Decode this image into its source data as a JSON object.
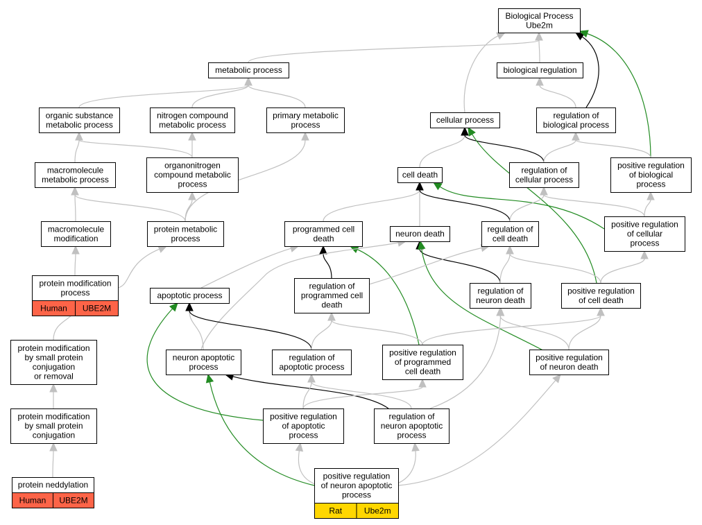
{
  "colors": {
    "gray": "#c0c0c0",
    "black": "#000000",
    "green": "#228b22",
    "human": "#fd6448",
    "rat": "#ffd700"
  },
  "nodes": {
    "bp": {
      "label": [
        "Biological Process",
        "Ube2m"
      ]
    },
    "metabolic": {
      "label": [
        "metabolic process"
      ]
    },
    "bioreg": {
      "label": [
        "biological regulation"
      ]
    },
    "organic": {
      "label": [
        "organic substance",
        "metabolic process"
      ]
    },
    "nitrogen": {
      "label": [
        "nitrogen compound",
        "metabolic process"
      ]
    },
    "primary": {
      "label": [
        "primary metabolic",
        "process"
      ]
    },
    "cellular": {
      "label": [
        "cellular process"
      ]
    },
    "regbio": {
      "label": [
        "regulation of",
        "biological process"
      ]
    },
    "macromet": {
      "label": [
        "macromolecule",
        "metabolic process"
      ]
    },
    "organonit": {
      "label": [
        "organonitrogen",
        "compound metabolic",
        "process"
      ]
    },
    "celldeath": {
      "label": [
        "cell death"
      ]
    },
    "regcell": {
      "label": [
        "regulation of",
        "cellular process"
      ]
    },
    "posregbio": {
      "label": [
        "positive regulation",
        "of biological",
        "process"
      ]
    },
    "macromod": {
      "label": [
        "macromolecule",
        "modification"
      ]
    },
    "protmet": {
      "label": [
        "protein metabolic",
        "process"
      ]
    },
    "pcd": {
      "label": [
        "programmed cell",
        "death"
      ]
    },
    "neurondeath": {
      "label": [
        "neuron death"
      ]
    },
    "regcelldeath": {
      "label": [
        "regulation of",
        "cell death"
      ]
    },
    "posregcell": {
      "label": [
        "positive regulation",
        "of cellular",
        "process"
      ]
    },
    "protmod": {
      "label": [
        "protein modification",
        "process"
      ],
      "cells": [
        {
          "text": "Human",
          "color": "#fd6448"
        },
        {
          "text": "UBE2M",
          "color": "#fd6448"
        }
      ]
    },
    "apoptotic": {
      "label": [
        "apoptotic process"
      ]
    },
    "regpcd": {
      "label": [
        "regulation of",
        "programmed cell",
        "death"
      ]
    },
    "regneurondeath": {
      "label": [
        "regulation of",
        "neuron death"
      ]
    },
    "posregcelldeath": {
      "label": [
        "positive regulation",
        "of cell death"
      ]
    },
    "protmodsmall": {
      "label": [
        "protein modification",
        "by small protein",
        "conjugation",
        "or removal"
      ]
    },
    "neuronapop": {
      "label": [
        "neuron apoptotic",
        "process"
      ]
    },
    "regapop": {
      "label": [
        "regulation of",
        "apoptotic process"
      ]
    },
    "posregpcd": {
      "label": [
        "positive regulation",
        "of programmed",
        "cell death"
      ]
    },
    "posregneurondeath": {
      "label": [
        "positive regulation",
        "of neuron death"
      ]
    },
    "protmodsmallconj": {
      "label": [
        "protein modification",
        "by small protein",
        "conjugation"
      ]
    },
    "posregapop": {
      "label": [
        "positive regulation",
        "of apoptotic",
        "process"
      ]
    },
    "regneuronapop": {
      "label": [
        "regulation of",
        "neuron apoptotic",
        "process"
      ]
    },
    "neddylation": {
      "label": [
        "protein neddylation"
      ],
      "cells": [
        {
          "text": "Human",
          "color": "#fd6448"
        },
        {
          "text": "UBE2M",
          "color": "#fd6448"
        }
      ]
    },
    "posregneuronapop": {
      "label": [
        "positive regulation",
        "of neuron apoptotic",
        "process"
      ],
      "cells": [
        {
          "text": "Rat",
          "color": "#ffd700"
        },
        {
          "text": "Ube2m",
          "color": "#ffd700"
        }
      ]
    }
  },
  "edges": [
    {
      "from": "metabolic",
      "to": "bp",
      "color": "gray"
    },
    {
      "from": "bioreg",
      "to": "bp",
      "color": "gray"
    },
    {
      "from": "cellular",
      "to": "bp",
      "color": "gray"
    },
    {
      "from": "regbio",
      "to": "bp",
      "color": "black"
    },
    {
      "from": "posregbio",
      "to": "bp",
      "color": "green"
    },
    {
      "from": "organic",
      "to": "metabolic",
      "color": "gray"
    },
    {
      "from": "nitrogen",
      "to": "metabolic",
      "color": "gray"
    },
    {
      "from": "primary",
      "to": "metabolic",
      "color": "gray"
    },
    {
      "from": "regbio",
      "to": "bioreg",
      "color": "gray"
    },
    {
      "from": "macromet",
      "to": "organic",
      "color": "gray"
    },
    {
      "from": "organonit",
      "to": "organic",
      "color": "gray"
    },
    {
      "from": "organonit",
      "to": "nitrogen",
      "color": "gray"
    },
    {
      "from": "protmet",
      "to": "primary",
      "color": "gray"
    },
    {
      "from": "celldeath",
      "to": "cellular",
      "color": "gray"
    },
    {
      "from": "regcell",
      "to": "cellular",
      "color": "black"
    },
    {
      "from": "posregcelldeath",
      "to": "cellular",
      "color": "green"
    },
    {
      "from": "regcell",
      "to": "regbio",
      "color": "gray"
    },
    {
      "from": "posregbio",
      "to": "regbio",
      "color": "gray"
    },
    {
      "from": "macromod",
      "to": "macromet",
      "color": "gray"
    },
    {
      "from": "protmet",
      "to": "macromet",
      "color": "gray"
    },
    {
      "from": "protmet",
      "to": "organonit",
      "color": "gray"
    },
    {
      "from": "pcd",
      "to": "celldeath",
      "color": "gray"
    },
    {
      "from": "neurondeath",
      "to": "celldeath",
      "color": "gray"
    },
    {
      "from": "regcelldeath",
      "to": "celldeath",
      "color": "black"
    },
    {
      "from": "posregcell",
      "to": "celldeath",
      "color": "green"
    },
    {
      "from": "regcelldeath",
      "to": "regcell",
      "color": "gray"
    },
    {
      "from": "posregcell",
      "to": "regcell",
      "color": "gray"
    },
    {
      "from": "posregcell",
      "to": "posregbio",
      "color": "gray"
    },
    {
      "from": "protmod",
      "to": "macromod",
      "color": "gray"
    },
    {
      "from": "protmod",
      "to": "protmet",
      "color": "gray"
    },
    {
      "from": "apoptotic",
      "to": "pcd",
      "color": "gray"
    },
    {
      "from": "regpcd",
      "to": "pcd",
      "color": "black"
    },
    {
      "from": "posregpcd",
      "to": "pcd",
      "color": "green"
    },
    {
      "from": "neuronapop",
      "to": "neurondeath",
      "color": "gray"
    },
    {
      "from": "regneurondeath",
      "to": "neurondeath",
      "color": "black"
    },
    {
      "from": "posregneurondeath",
      "to": "neurondeath",
      "color": "green"
    },
    {
      "from": "regpcd",
      "to": "regcelldeath",
      "color": "gray"
    },
    {
      "from": "regneurondeath",
      "to": "regcelldeath",
      "color": "gray"
    },
    {
      "from": "posregcelldeath",
      "to": "regcelldeath",
      "color": "gray"
    },
    {
      "from": "posregcelldeath",
      "to": "posregcell",
      "color": "gray"
    },
    {
      "from": "neuronapop",
      "to": "apoptotic",
      "color": "gray"
    },
    {
      "from": "regapop",
      "to": "apoptotic",
      "color": "black"
    },
    {
      "from": "posregapop",
      "to": "apoptotic",
      "color": "green"
    },
    {
      "from": "regapop",
      "to": "regpcd",
      "color": "gray"
    },
    {
      "from": "posregpcd",
      "to": "regpcd",
      "color": "gray"
    },
    {
      "from": "regneuronapop",
      "to": "regneurondeath",
      "color": "gray"
    },
    {
      "from": "posregneurondeath",
      "to": "regneurondeath",
      "color": "gray"
    },
    {
      "from": "posregpcd",
      "to": "posregcelldeath",
      "color": "gray"
    },
    {
      "from": "posregneurondeath",
      "to": "posregcelldeath",
      "color": "gray"
    },
    {
      "from": "protmodsmall",
      "to": "protmod",
      "color": "gray"
    },
    {
      "from": "regneuronapop",
      "to": "neuronapop",
      "color": "black"
    },
    {
      "from": "posregneuronapop",
      "to": "neuronapop",
      "color": "green"
    },
    {
      "from": "posregapop",
      "to": "regapop",
      "color": "gray"
    },
    {
      "from": "regneuronapop",
      "to": "regapop",
      "color": "gray"
    },
    {
      "from": "posregapop",
      "to": "posregpcd",
      "color": "gray"
    },
    {
      "from": "protmodsmallconj",
      "to": "protmodsmall",
      "color": "gray"
    },
    {
      "from": "posregneuronapop",
      "to": "posregapop",
      "color": "gray"
    },
    {
      "from": "posregneuronapop",
      "to": "regneuronapop",
      "color": "gray"
    },
    {
      "from": "posregneuronapop",
      "to": "posregneurondeath",
      "color": "gray"
    },
    {
      "from": "neddylation",
      "to": "protmodsmallconj",
      "color": "gray"
    }
  ]
}
